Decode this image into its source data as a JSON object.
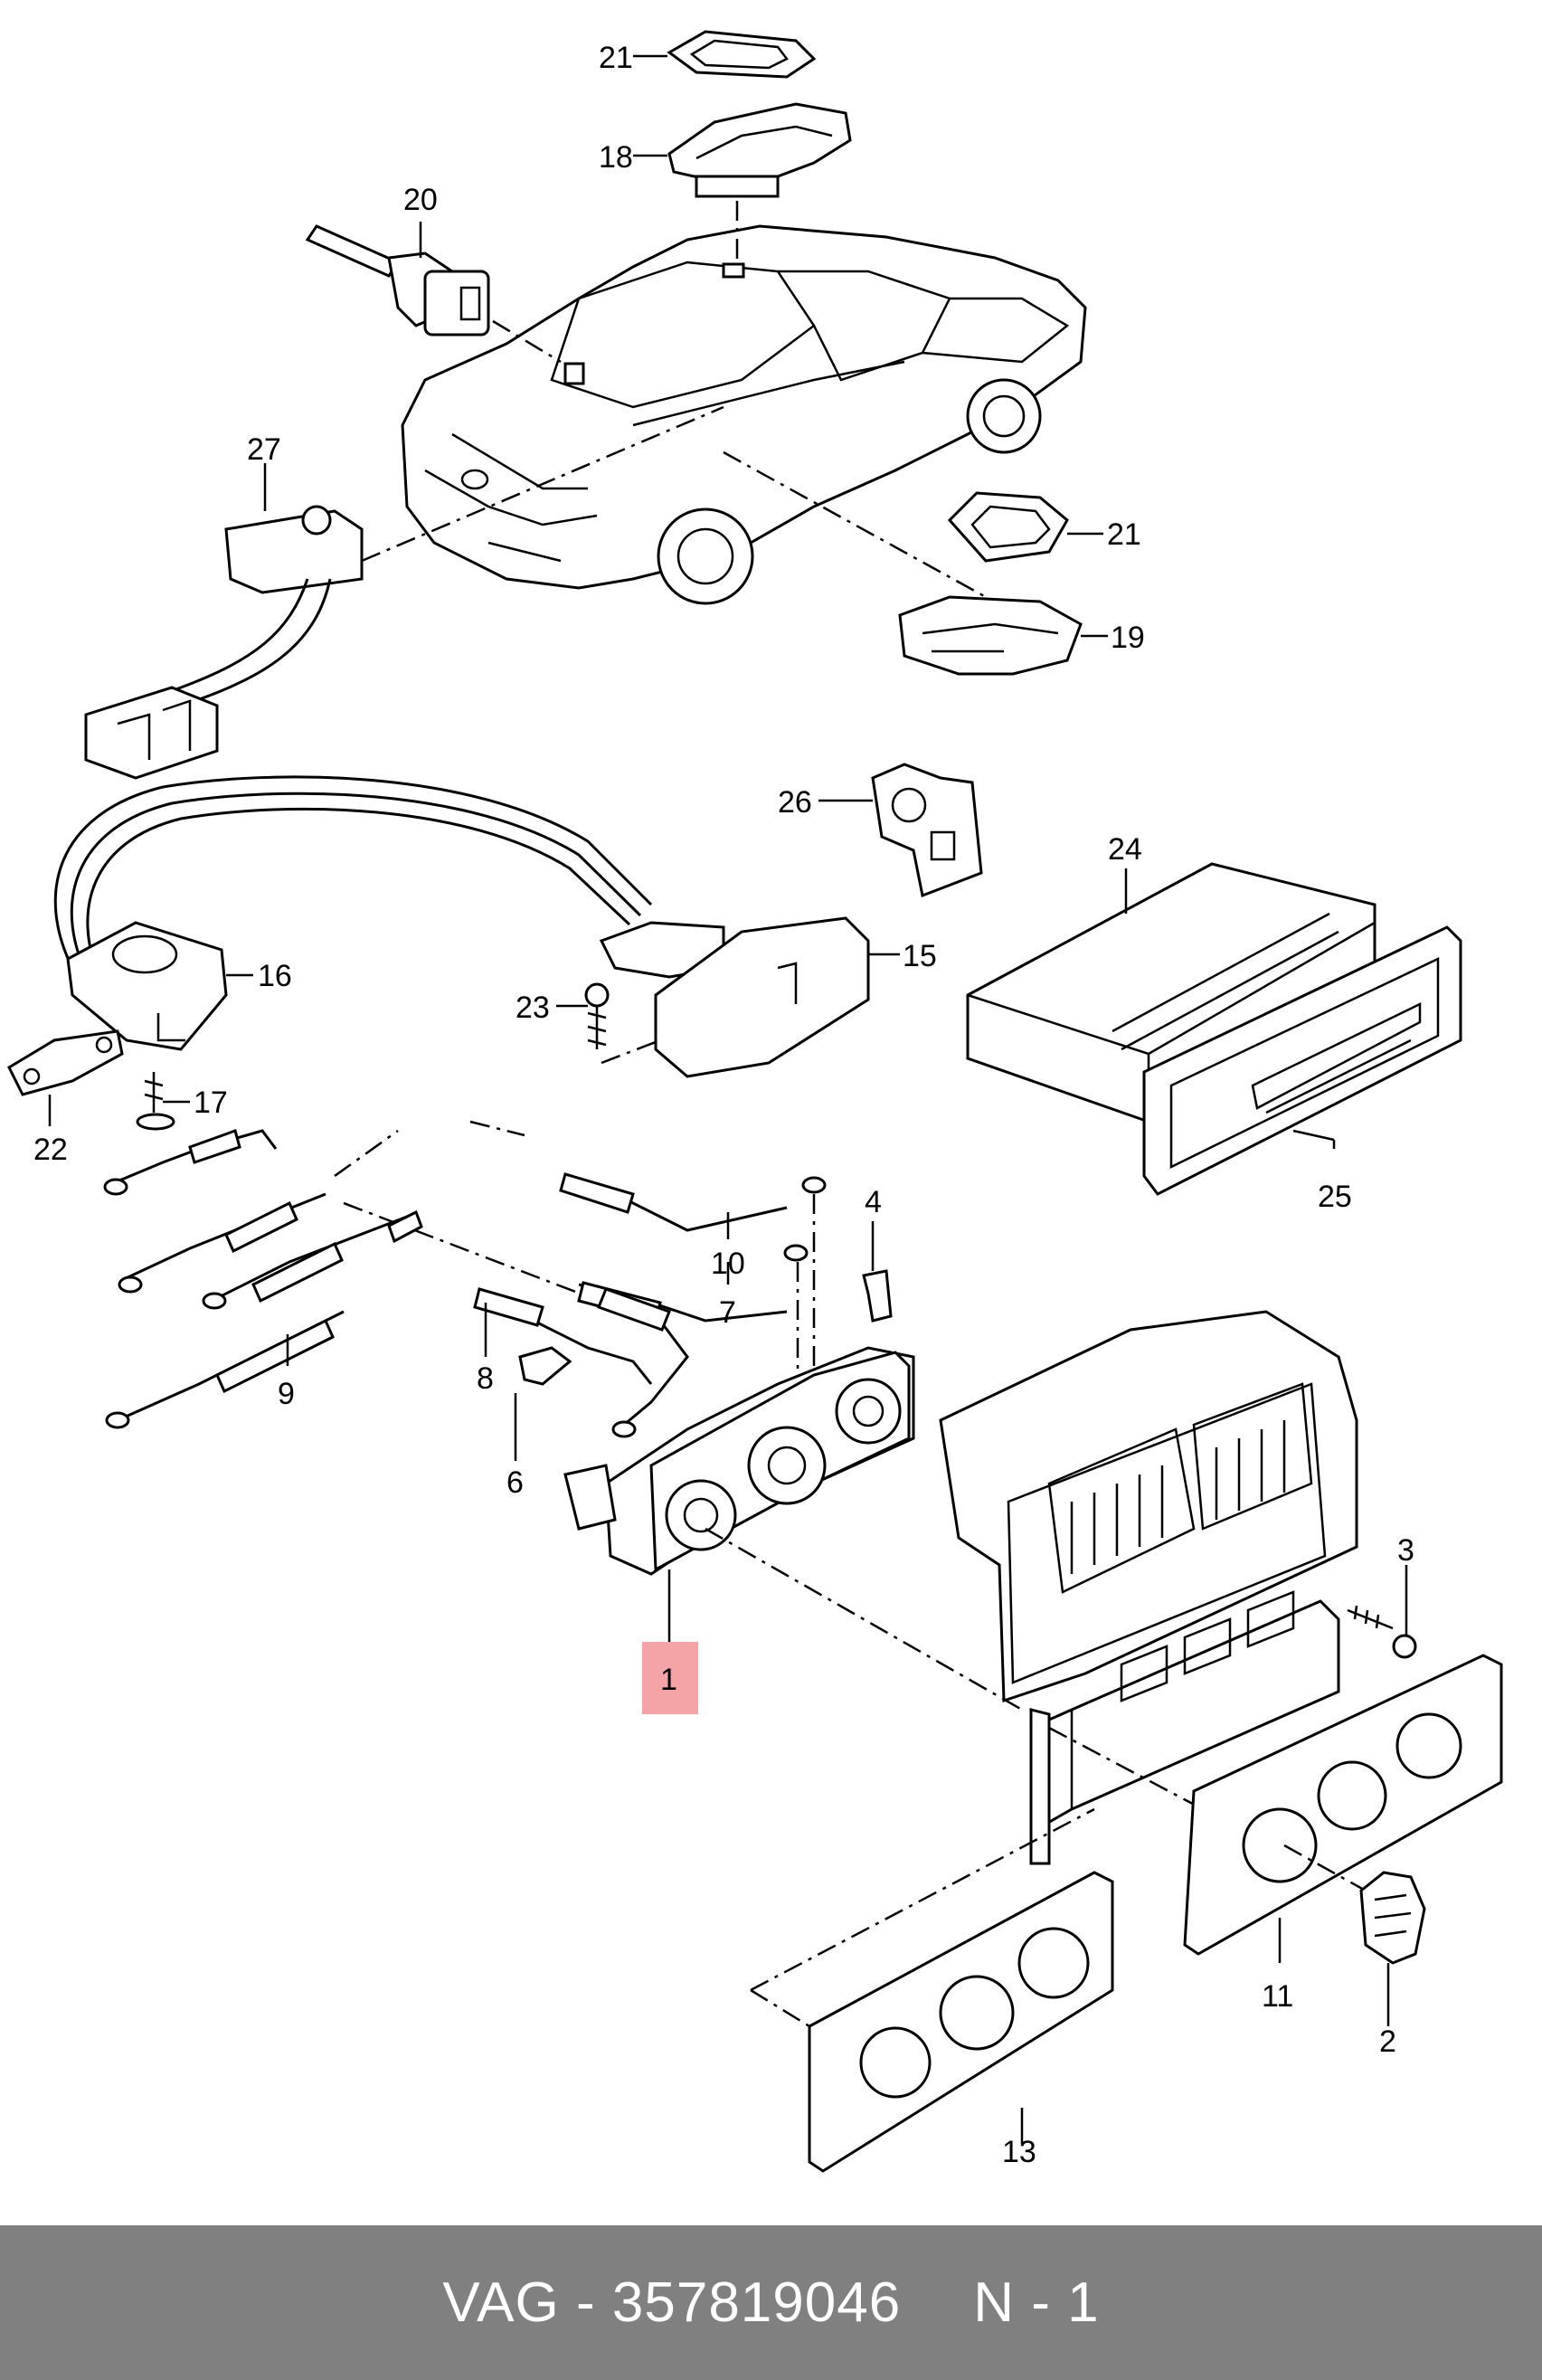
{
  "callouts": {
    "c21a": "21",
    "c18": "18",
    "c20": "20",
    "c27": "27",
    "c21b": "21",
    "c19": "19",
    "c26": "26",
    "c24": "24",
    "c16": "16",
    "c15": "15",
    "c23": "23",
    "c17": "17",
    "c22": "22",
    "c4": "4",
    "c10": "10",
    "c7": "7",
    "c25": "25",
    "c9": "9",
    "c8": "8",
    "c6": "6",
    "c3": "3",
    "c1": "1",
    "c11": "11",
    "c2": "2",
    "c13": "13"
  },
  "highlight": {
    "part": "1",
    "color": "#f4a3a6"
  },
  "footer": {
    "brand": "VAG",
    "part_number": "357819046",
    "note": "N - 1",
    "background": "#808080"
  }
}
